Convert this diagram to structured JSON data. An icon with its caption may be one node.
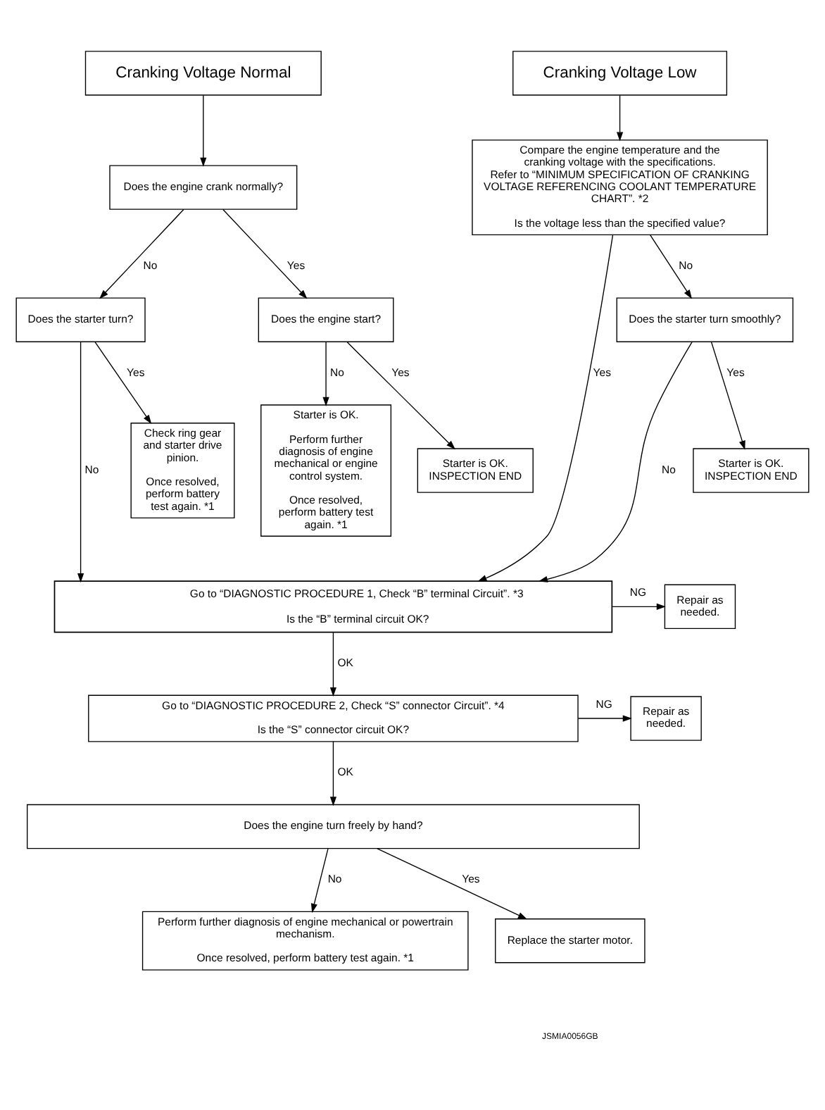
{
  "diagram": {
    "nodes": [
      {
        "text": [
          "Cranking Voltage Normal"
        ]
      },
      {
        "text": [
          "Cranking Voltage Low"
        ]
      },
      {
        "text": [
          "Does the engine crank normally?"
        ]
      },
      {
        "text": [
          "Compare the engine temperature and the cranking voltage with the specifications. Refer to “MINIMUM SPECIFICATION OF CRANKING VOLTAGE REFERENCING COOLANT TEMPERATURE CHART”. *2",
          "Is the voltage less than the specified value?"
        ]
      },
      {
        "text": [
          "Does the starter turn?"
        ]
      },
      {
        "text": [
          "Does the engine start?"
        ]
      },
      {
        "text": [
          "Does the starter turn smoothly?"
        ]
      },
      {
        "text": [
          "Check ring gear and starter drive pinion.",
          "Once resolved, perform battery test again. *1"
        ]
      },
      {
        "text": [
          "Starter is OK.",
          "Perform further diagnosis of engine mechanical or engine control system.",
          "Once resolved, perform battery test again. *1"
        ]
      },
      {
        "text": [
          "Starter is OK. INSPECTION END"
        ]
      },
      {
        "text": [
          "Starter is OK. INSPECTION END"
        ]
      },
      {
        "text": [
          "Go to “DIAGNOSTIC PROCEDURE 1, Check “B” terminal Circuit”. *3",
          "Is the “B” terminal circuit OK?"
        ]
      },
      {
        "text": [
          "Repair as needed."
        ]
      },
      {
        "text": [
          "Go to “DIAGNOSTIC PROCEDURE 2, Check “S” connector Circuit”. *4",
          "Is the “S” connector circuit OK?"
        ]
      },
      {
        "text": [
          "Repair as needed."
        ]
      },
      {
        "text": [
          "Does the engine turn freely by hand?"
        ]
      },
      {
        "text": [
          "Perform further diagnosis of engine mechanical or powertrain mechanism.",
          "Once resolved, perform battery test again. *1"
        ]
      },
      {
        "text": [
          "Replace the starter motor."
        ]
      }
    ],
    "edges": [
      {
        "from": 0,
        "to": 2,
        "arrow": "to"
      },
      {
        "from": 1,
        "to": 3,
        "arrow": "to"
      },
      {
        "from": 2,
        "to": 4,
        "label": "No",
        "arrow": "to"
      },
      {
        "from": 2,
        "to": 5,
        "label": "Yes",
        "arrow": "to"
      },
      {
        "from": 3,
        "to": 11,
        "label": "Yes",
        "arrow": "to"
      },
      {
        "from": 3,
        "to": 6,
        "label": "No",
        "arrow": "to"
      },
      {
        "from": 4,
        "to": 11,
        "label": "No",
        "arrow": "to"
      },
      {
        "from": 4,
        "to": 7,
        "label": "Yes",
        "arrow": "to"
      },
      {
        "from": 5,
        "to": 8,
        "label": "No",
        "arrow": "to"
      },
      {
        "from": 5,
        "to": 9,
        "label": "Yes",
        "arrow": "to"
      },
      {
        "from": 6,
        "to": 11,
        "label": "No",
        "arrow": "to"
      },
      {
        "from": 6,
        "to": 10,
        "label": "Yes",
        "arrow": "to"
      },
      {
        "from": 11,
        "to": 12,
        "label": "NG",
        "arrow": "to"
      },
      {
        "from": 11,
        "to": 13,
        "label": "OK",
        "arrow": "to"
      },
      {
        "from": 13,
        "to": 14,
        "label": "NG",
        "arrow": "to"
      },
      {
        "from": 13,
        "to": 15,
        "label": "OK",
        "arrow": "to"
      },
      {
        "from": 15,
        "to": 16,
        "label": "No",
        "arrow": "to"
      },
      {
        "from": 15,
        "to": 17,
        "label": "Yes",
        "arrow": "to"
      }
    ],
    "labels": [
      "JSMIA0056GB"
    ]
  }
}
